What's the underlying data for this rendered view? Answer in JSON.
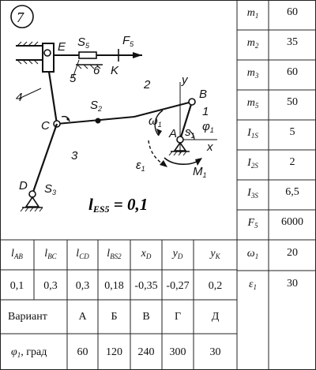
{
  "task_number": "7",
  "diagram": {
    "labels": {
      "E": "E",
      "S5": "S",
      "S5_sub": "5",
      "F5": "F",
      "F5_sub": "5",
      "link5": "5",
      "link6": "6",
      "K": "K",
      "link4": "4",
      "link2": "2",
      "C": "C",
      "S2": "S",
      "S2_sub": "2",
      "y": "y",
      "B": "B",
      "link1": "1",
      "omega1": "ω",
      "omega1_sub": "1",
      "A": "A",
      "S1": "s",
      "S1_sub": "1",
      "phi1": "φ",
      "phi1_sub": "1",
      "x": "x",
      "link3": "3",
      "eps1": "ε",
      "eps1_sub": "1",
      "M1": "M",
      "M1_sub": "1",
      "D": "D",
      "S3": "S",
      "S3_sub": "3"
    },
    "formula_prefix": "l",
    "formula_sub": "ES5",
    "formula_value": " = 0,1"
  },
  "right_params": [
    {
      "name": "m",
      "sub": "1",
      "value": "60"
    },
    {
      "name": "m",
      "sub": "2",
      "value": "35"
    },
    {
      "name": "m",
      "sub": "3",
      "value": "60"
    },
    {
      "name": "m",
      "sub": "5",
      "value": "50"
    },
    {
      "name": "I",
      "sub": "1S",
      "value": "5"
    },
    {
      "name": "I",
      "sub": "2S",
      "value": "2"
    },
    {
      "name": "I",
      "sub": "3S",
      "value": "6,5"
    },
    {
      "name": "F",
      "sub": "5",
      "value": "6000"
    }
  ],
  "bottom_headers": [
    {
      "name": "l",
      "sub": "AB"
    },
    {
      "name": "l",
      "sub": "BC"
    },
    {
      "name": "l",
      "sub": "CD"
    },
    {
      "name": "l",
      "sub": "BS2"
    },
    {
      "name": "x",
      "sub": "D"
    },
    {
      "name": "y",
      "sub": "D"
    },
    {
      "name": "y",
      "sub": "K"
    }
  ],
  "bottom_values": [
    "0,1",
    "0,3",
    "0,3",
    "0,18",
    "-0,35",
    "-0,27",
    "0,2"
  ],
  "right_bottom": [
    {
      "name": "ω",
      "sub": "1",
      "value": "20"
    },
    {
      "name": "ε",
      "sub": "1",
      "value": "30"
    }
  ],
  "variant_label": "Вариант",
  "variants": [
    "А",
    "Б",
    "В",
    "Г",
    "Д"
  ],
  "phi_label_prefix": "φ",
  "phi_label_sub": "1",
  "phi_label_suffix": ", град",
  "phi_values": [
    "60",
    "120",
    "240",
    "300",
    "30"
  ]
}
